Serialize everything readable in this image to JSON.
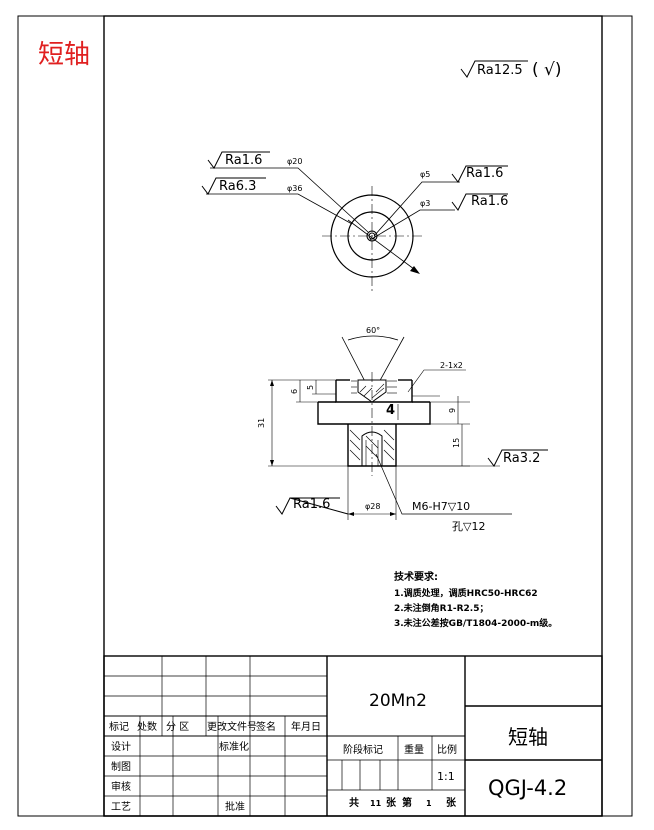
{
  "corner_label": "短轴",
  "surface_finish": {
    "general": "Ra12.5",
    "general_suffix": "( √)",
    "ra_20": "Ra1.6",
    "ra_36": "Ra6.3",
    "ra_5": "Ra1.6",
    "ra_3": "Ra1.6",
    "ra_right": "Ra3.2",
    "ra_bottom": "Ra1.6"
  },
  "top_view": {
    "dia_20": "φ20",
    "dia_36": "φ36",
    "dia_5": "φ5",
    "dia_3": "φ3"
  },
  "front_view": {
    "angle": "60°",
    "chamfer": "2-1x2",
    "dim_6": "6",
    "dim_5": "5",
    "dim_9": "9",
    "dim_31": "31",
    "dim_15": "15",
    "dim_4": "4",
    "dia_bottom": "φ28",
    "thread": "M6-H7▽10",
    "hole": "孔▽12"
  },
  "tech_requirements": {
    "title": "技术要求:",
    "items": [
      "1.调质处理，调质HRC50-HRC62",
      "2.未注倒角R1-R2.5；",
      "3.未注公差按GB/T1804-2000-m级。"
    ]
  },
  "title_block": {
    "material": "20Mn2",
    "part_name": "短轴",
    "drawing_no": "QGJ-4.2",
    "row_headers": {
      "mark": "标记",
      "count": "处数",
      "zone": "分  区",
      "change_doc": "更改文件号",
      "sign": "签名",
      "date": "年月日"
    },
    "design": "设计",
    "standardize": "标准化",
    "drafting": "制图",
    "review": "审核",
    "process": "工艺",
    "approve": "批准",
    "stage_mark": "阶段标记",
    "weight": "重量",
    "scale": "比例",
    "scale_value": "1:1",
    "total": "共",
    "total_sheets": "11",
    "sheet_unit": "张",
    "nth": "第",
    "sheet_no": "1",
    "sheet_unit2": "张"
  }
}
